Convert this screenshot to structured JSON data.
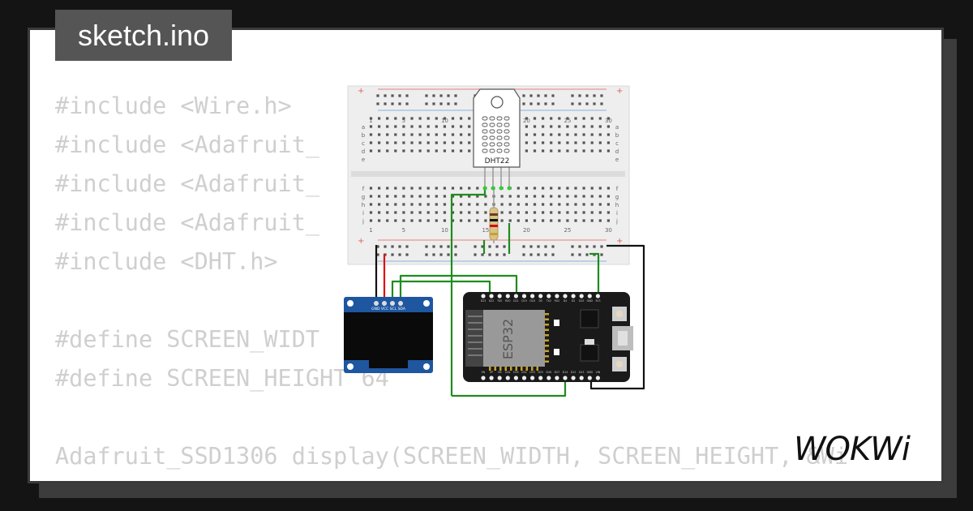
{
  "window": {
    "filename": "sketch.ino"
  },
  "code_lines": [
    "#include <Wire.h>",
    "#include <Adafruit_",
    "#include <Adafruit_",
    "#include <Adafruit_",
    "#include <DHT.h>",
    "",
    "#define SCREEN_WIDT",
    "#define SCREEN_HEIGHT 64",
    "",
    "Adafruit_SSD1306 display(SCREEN_WIDTH, SCREEN_HEIGHT, &Wi"
  ],
  "breadboard": {
    "column_numbers": [
      "1",
      "5",
      "10",
      "15",
      "20",
      "25",
      "30"
    ],
    "row_letters_top": [
      "a",
      "b",
      "c",
      "d",
      "e"
    ],
    "row_letters_bottom": [
      "f",
      "g",
      "h",
      "i",
      "j"
    ],
    "rail_plus": "+",
    "rail_minus": "-"
  },
  "dht22": {
    "label": "DHT22"
  },
  "esp32": {
    "label": "ESP32",
    "top_pins": [
      "D23",
      "D22",
      "TX0",
      "RX0",
      "D21",
      "D19",
      "D18",
      "D5",
      "TX2",
      "RX2",
      "D4",
      "D2",
      "D15",
      "GND",
      "3V3"
    ],
    "bottom_pins": [
      "EN",
      "VP",
      "VN",
      "D34",
      "D35",
      "D32",
      "D33",
      "D25",
      "D26",
      "D27",
      "D14",
      "D12",
      "D13",
      "GND",
      "VIN"
    ]
  },
  "oled": {
    "pin_labels": "GND VCC SCL SDA"
  },
  "logo": {
    "text": "WOKWi"
  },
  "colors": {
    "code_text": "#cfcfcf",
    "filename_bg": "#555555",
    "wire_green": "#1e8c1e",
    "wire_red": "#e01010",
    "wire_black": "#111111",
    "oled_board": "#1e56a0",
    "esp32_board": "#1a1a1a",
    "breadboard": "#eeeeee"
  }
}
